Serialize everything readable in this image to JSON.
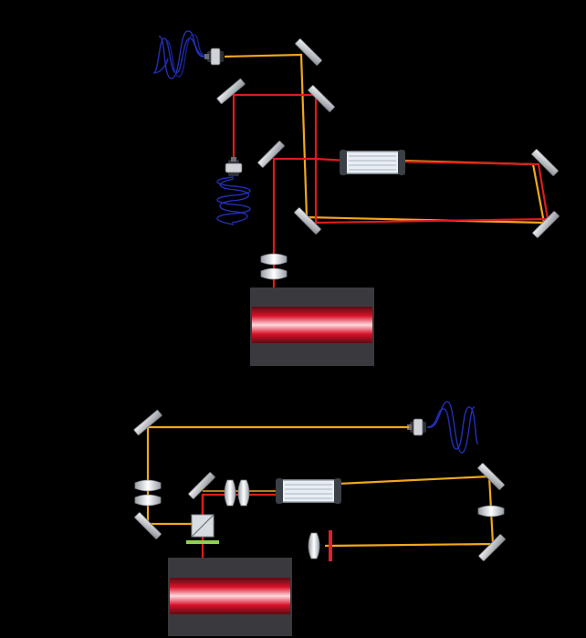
{
  "diagram": {
    "background": "#000000",
    "colors": {
      "pump_beam": "#e01b1b",
      "signal_beam": "#f0a81e",
      "mirror": "#c9ccd1",
      "lens": "#d8dbe0",
      "crystal": "#dfe7ef",
      "fiber": "#1f2aa8",
      "laser_body": "#3a3a3e",
      "laser_glow": "#d8102a",
      "filter": "#8fd14f",
      "waveplate": "#e0202a"
    },
    "setups": [
      {
        "name": "top-setup",
        "components": [
          "fiber-coupler-signal",
          "fiber-coupler-pump",
          "mirror",
          "lens-pair",
          "nonlinear-crystal",
          "pump-laser"
        ]
      },
      {
        "name": "bottom-setup",
        "components": [
          "fiber-coupler-signal",
          "mirror",
          "lens-pair",
          "polarizing-beam-splitter",
          "filter",
          "half-wave-plate",
          "nonlinear-crystal",
          "pump-laser"
        ]
      }
    ],
    "labels": []
  }
}
